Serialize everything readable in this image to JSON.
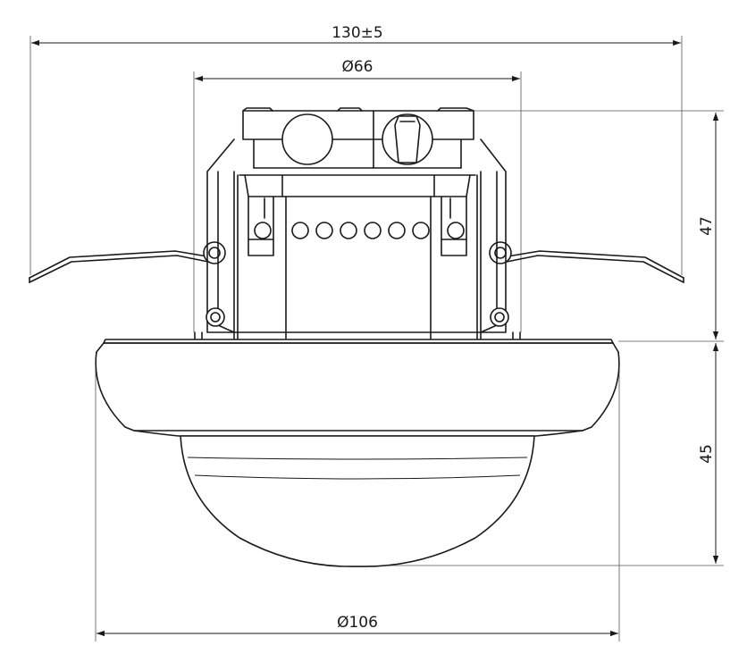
{
  "dimensions": {
    "overall_width": "130±5",
    "body_diameter": "Ø66",
    "height_upper": "47",
    "height_lower": "45",
    "dome_diameter": "Ø106"
  },
  "colors": {
    "line": "#1a1a1a",
    "background": "#ffffff"
  }
}
